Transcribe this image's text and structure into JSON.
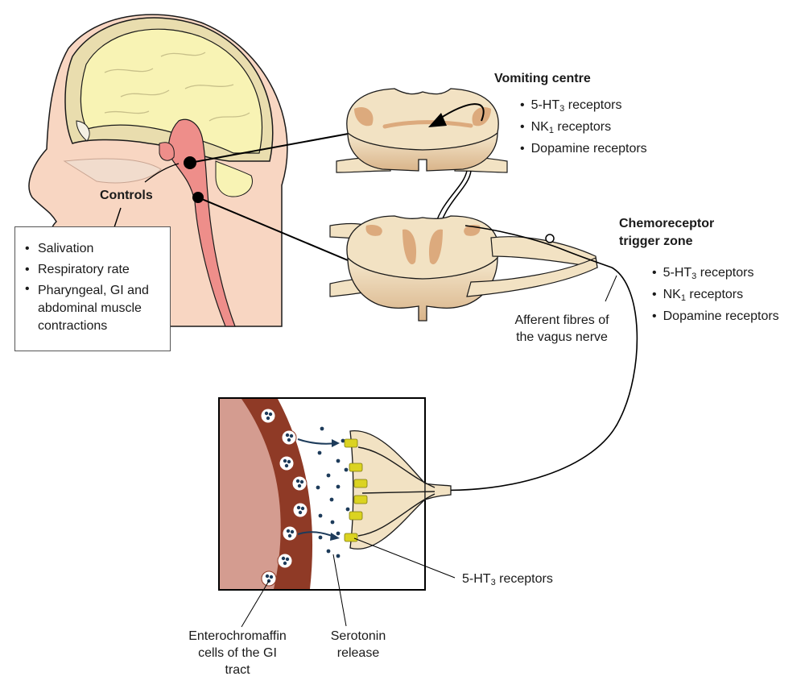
{
  "vomiting_centre": {
    "title": "Vomiting centre",
    "receptors": [
      {
        "pre": "5-HT",
        "sub": "3",
        "post": " receptors"
      },
      {
        "pre": "NK",
        "sub": "1",
        "post": " receptors"
      },
      {
        "pre": "Dopamine receptors",
        "sub": "",
        "post": ""
      }
    ]
  },
  "ctz": {
    "title_line1": "Chemoreceptor",
    "title_line2": "trigger zone",
    "receptors": [
      {
        "pre": "5-HT",
        "sub": "3",
        "post": " receptors"
      },
      {
        "pre": "NK",
        "sub": "1",
        "post": " receptors"
      },
      {
        "pre": "Dopamine receptors",
        "sub": "",
        "post": ""
      }
    ]
  },
  "controls": {
    "title": "Controls",
    "items": [
      "Salivation",
      "Respiratory rate",
      "Pharyngeal, GI and abdominal muscle contractions"
    ]
  },
  "afferent": {
    "line1": "Afferent fibres of",
    "line2": "the vagus nerve"
  },
  "gut_receptor": {
    "pre": "5-HT",
    "sub": "3",
    "post": " receptors"
  },
  "entero": {
    "line1": "Enterochromaffin",
    "line2": "cells of the GI",
    "line3": "tract"
  },
  "serotonin": {
    "line1": "Serotonin",
    "line2": "release"
  },
  "colors": {
    "skin": "#f8d6c2",
    "skull": "#e9ddae",
    "brain": "#f8f3b4",
    "brainstem": "#ee8e8a",
    "cord": "#f2e2c3",
    "grey_matter": "#dcaa7d",
    "gut_wall": "#8f3a26",
    "gut_lumen": "#d49c90",
    "receptor": "#dbd321",
    "vesicle": "#1d3b5a"
  }
}
